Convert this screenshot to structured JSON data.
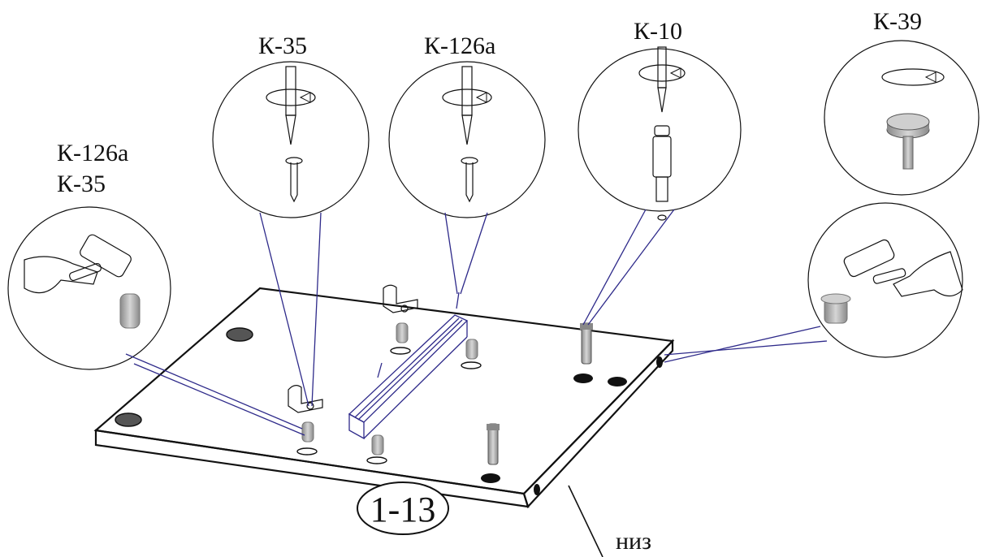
{
  "labels": {
    "k126a_k35_line1": "К-126а",
    "k126a_k35_line2": "К-35",
    "k35": "К-35",
    "k126a": "К-126а",
    "k10": "К-10",
    "k39": "К-39",
    "panel_number": "1-13",
    "bottom_side": "низ"
  },
  "colors": {
    "ink": "#111111",
    "leader_lines": "#2e2a8a",
    "fitting_grey": "#b8b8b8",
    "fitting_dark": "#6e6e6e"
  },
  "icons": [
    "hammer-icon",
    "screwdriver-bit-icon",
    "rotate-arrow-icon",
    "screw-icon",
    "dowel-icon",
    "cam-bolt-icon",
    "glide-foot-icon",
    "hand-icon"
  ]
}
